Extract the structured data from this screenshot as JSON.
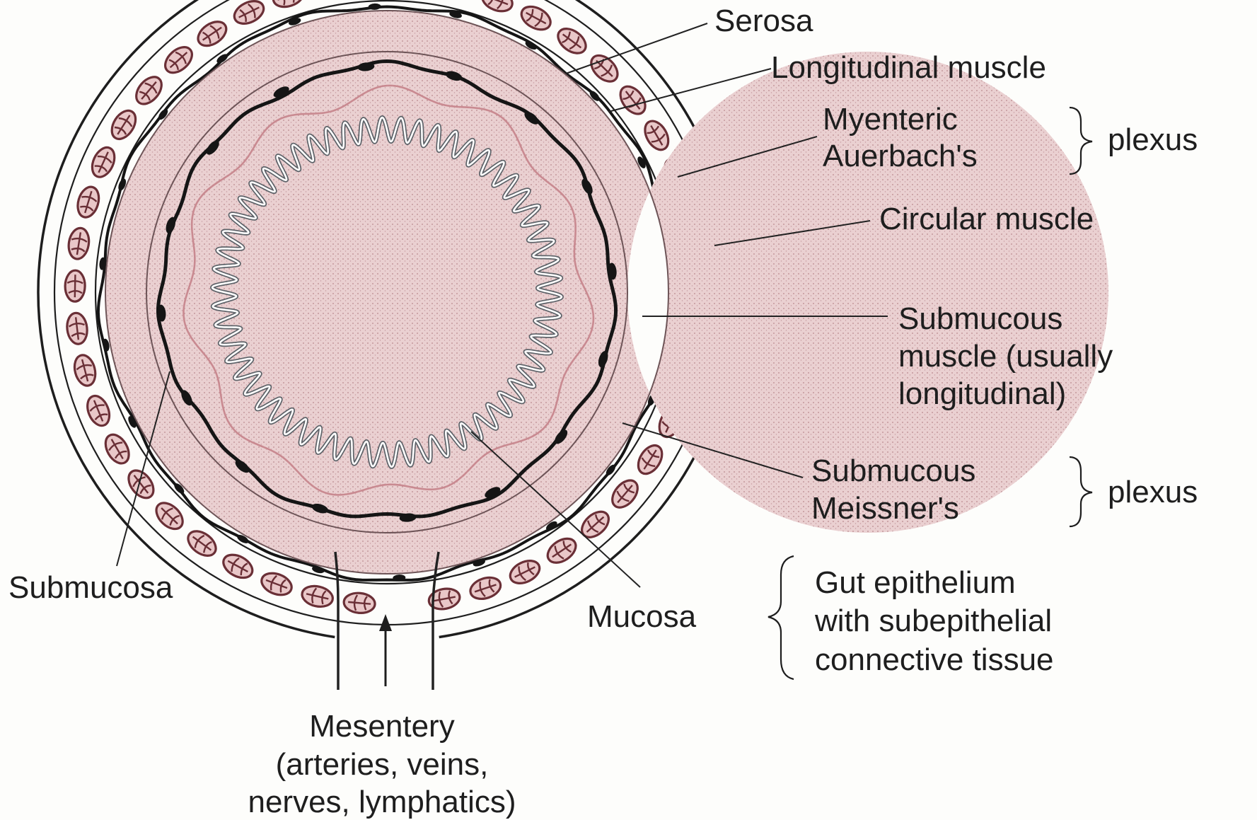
{
  "labels": {
    "serosa": "Serosa",
    "longitudinal_muscle": "Longitudinal muscle",
    "myenteric": "Myenteric",
    "auerbachs": "Auerbach's",
    "plexus_top": "plexus",
    "circular_muscle": "Circular muscle",
    "submucous_muscle_1": "Submucous",
    "submucous_muscle_2": "muscle (usually",
    "submucous_muscle_3": "longitudinal)",
    "submucous": "Submucous",
    "meissners": "Meissner's",
    "plexus_bottom": "plexus",
    "submucosa": "Submucosa",
    "mucosa": "Mucosa",
    "gut_epithelium_1": "Gut epithelium",
    "gut_epithelium_2": "with subepithelial",
    "gut_epithelium_3": "connective tissue",
    "mesentery_1": "Mesentery",
    "mesentery_2": "(arteries, veins,",
    "mesentery_3": "nerves, lymphatics)"
  },
  "colors": {
    "ink": "#1e1e1e",
    "muscle_pink": "#e9c7c8",
    "muscle_cell_stroke": "#6a2f36",
    "mucosa_line": "#c98a91",
    "plexus_black": "#151515"
  }
}
